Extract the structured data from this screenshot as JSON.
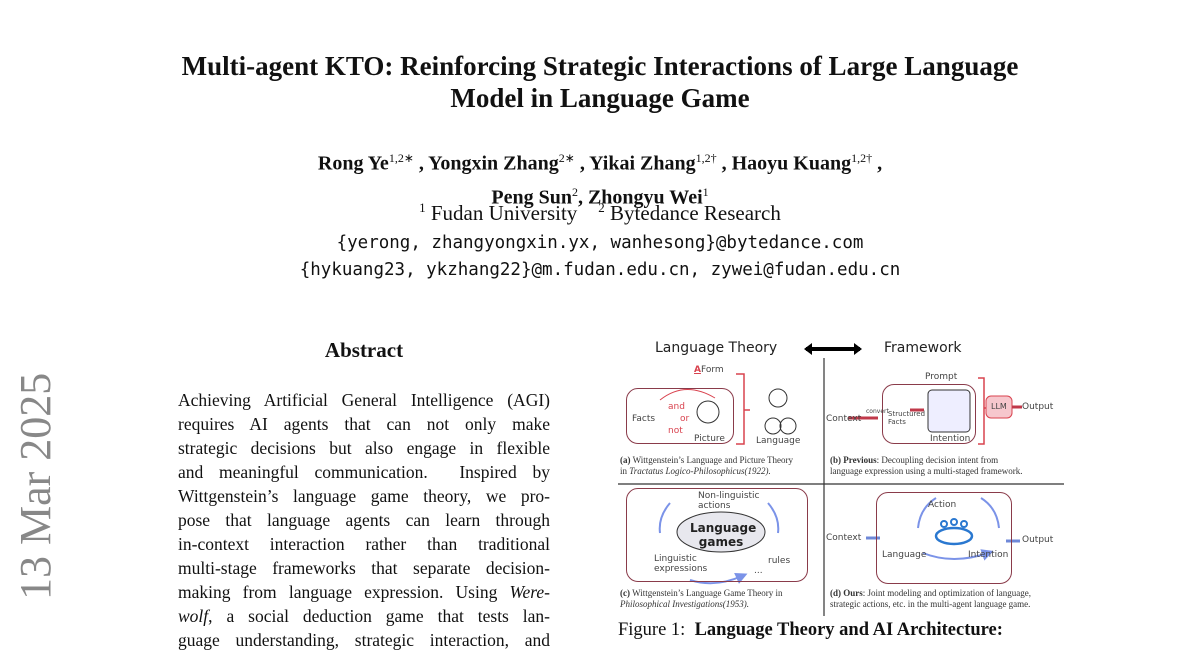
{
  "paper": {
    "title_lines": [
      "Multi-agent KTO: Reinforcing Strategic Interactions of Large Language",
      "Model in Language Game"
    ],
    "authors": [
      {
        "name": "Rong Ye",
        "sup": "1,2∗"
      },
      {
        "name": "Yongxin Zhang",
        "sup": "2∗"
      },
      {
        "name": "Yikai Zhang",
        "sup": "1,2†"
      },
      {
        "name": "Haoyu Kuang",
        "sup": "1,2†"
      },
      {
        "name": "Peng Sun",
        "sup": "2"
      },
      {
        "name": "Zhongyu Wei",
        "sup": "1"
      }
    ],
    "affiliations": [
      {
        "sup": "1",
        "name": "Fudan University"
      },
      {
        "sup": "2",
        "name": "Bytedance Research"
      }
    ],
    "emails": [
      "{yerong, zhangyongxin.yx, wanhesong}@bytedance.com",
      "{hykuang23, ykzhang22}@m.fudan.edu.cn, zywei@fudan.edu.cn"
    ],
    "arxiv_date": "13 Mar 2025"
  },
  "abstract": {
    "heading": "Abstract",
    "lines": [
      {
        "pre": "Achieving Artificial General Intelligence (AGI)"
      },
      {
        "pre": "requires AI agents that can not only make"
      },
      {
        "pre": "strategic decisions but also engage in flexible"
      },
      {
        "pre": "and meaningful communication.  Inspired by"
      },
      {
        "pre": "Wittgenstein’s language game theory, we pro-"
      },
      {
        "pre": "pose that language agents can learn through"
      },
      {
        "pre": "in-context interaction rather than traditional"
      },
      {
        "pre": "multi-stage frameworks that separate decision-"
      },
      {
        "pre": "making from language expression. Using ",
        "em": "Were-"
      },
      {
        "em": "wolf",
        "post": ", a social deduction game that tests lan-"
      },
      {
        "pre": "guage understanding, strategic interaction, and"
      }
    ]
  },
  "figure": {
    "header_left": "Language Theory",
    "header_right": "Framework",
    "a": {
      "form": "Form",
      "facts": "Facts",
      "and": "and",
      "or": "or",
      "not": "not",
      "picture": "Picture",
      "language": "Language",
      "cap_label": "(a)",
      "cap_text": " Wittgenstein’s Language and Picture Theory",
      "cap_line2_pre": "in ",
      "cap_line2_em": "Tractatus Logico-Philosophicus(1922)."
    },
    "b": {
      "prompt": "Prompt",
      "context": "Context",
      "convert": "convert",
      "structured_facts": "Structured Facts",
      "intention": "Intention",
      "llm": "LLM",
      "output": "Output",
      "cap_label": "(b) Previous",
      "cap_text": ": Decoupling decision intent from",
      "cap_line2": "language expression using a multi-staged framework."
    },
    "c": {
      "nonling": "Non-linguistic actions",
      "center": "Language games",
      "ling": "Linguistic expressions",
      "rules": "rules",
      "ellipsis": "...",
      "cap_label": "(c)",
      "cap_text": " Wittgenstein’s Language Game Theory in",
      "cap_line2_em": "Philosophical Investigations(1953)."
    },
    "d": {
      "context": "Context",
      "action": "Action",
      "language": "Language",
      "intention": "Intention",
      "output": "Output",
      "cap_label": "(d) Ours",
      "cap_text": ": Joint modeling and optimization of language,",
      "cap_line2": "strategic actions, etc. in the multi-agent language game."
    },
    "caption_prefix": "Figure 1:  ",
    "caption_bold": "Language Theory and AI Architecture:"
  },
  "colors": {
    "accent_red": "#d9434f",
    "box_border": "#8a3b4a",
    "arrow_blue": "#7b93e8",
    "stamp_gray": "#888888"
  }
}
